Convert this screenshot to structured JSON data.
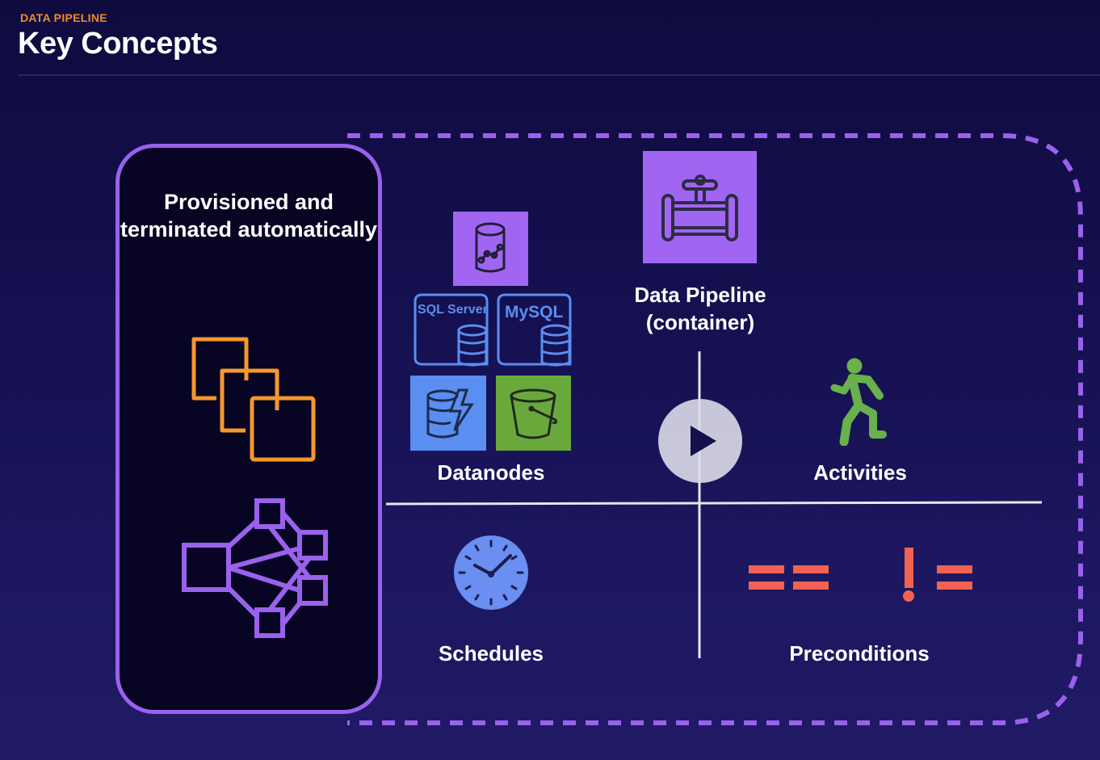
{
  "header": {
    "eyebrow": "DATA PIPELINE",
    "title": "Key Concepts"
  },
  "left_panel": {
    "text": "Provisioned and terminated automatically",
    "icons": [
      "ec2-instances-icon",
      "emr-cluster-icon"
    ]
  },
  "container": {
    "label_line1": "Data Pipeline",
    "label_line2": "(container)",
    "icon": "pipeline-valve-icon"
  },
  "quadrants": {
    "datanodes": {
      "label": "Datanodes",
      "items": [
        {
          "icon": "database-analytics-icon",
          "label": ""
        },
        {
          "icon": "sql-server-database-icon",
          "label": "SQL Server"
        },
        {
          "icon": "mysql-database-icon",
          "label": "MySQL"
        },
        {
          "icon": "dynamodb-icon",
          "label": ""
        },
        {
          "icon": "s3-bucket-icon",
          "label": ""
        }
      ]
    },
    "activities": {
      "label": "Activities",
      "icon": "running-person-icon"
    },
    "schedules": {
      "label": "Schedules",
      "icon": "clock-icon"
    },
    "preconditions": {
      "label": "Preconditions",
      "symbols": [
        "==",
        "!="
      ]
    }
  },
  "colors": {
    "accent_orange": "#f08a2e",
    "purple": "#9a62ec",
    "blue": "#5a8ef0",
    "green": "#6aa83c",
    "coral": "#f26250"
  }
}
